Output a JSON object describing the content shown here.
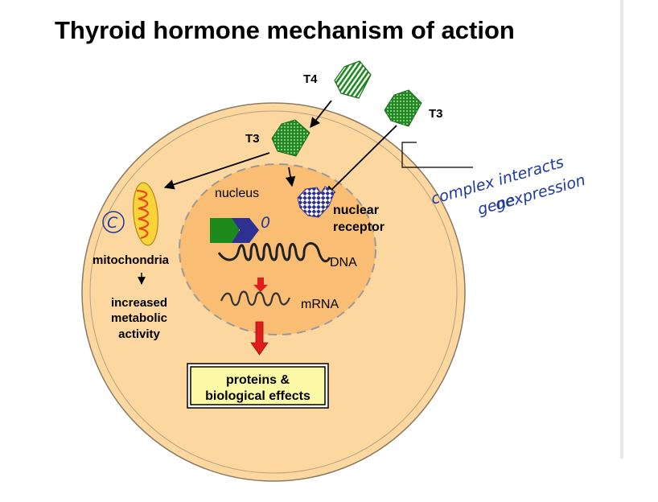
{
  "title": "Thyroid hormone mechanism of action",
  "labels": {
    "t4": "T4",
    "t3_outside": "T3",
    "t3_cytoplasm": "T3",
    "nucleus": "nucleus",
    "nuclear_receptor_line1": "nuclear",
    "nuclear_receptor_line2": "receptor",
    "dna": "DNA",
    "mrna": "mRNA",
    "mitochondria": "mitochondria",
    "effect_line1": "increased",
    "effect_line2": "metabolic",
    "effect_line3": "activity",
    "proteins_line1": "proteins &",
    "proteins_line2": "biological effects"
  },
  "annotations": {
    "note_line1": "complex interacts",
    "note_line2_struck": "gene",
    "note_line2": "gexpression",
    "circle_mark": "C",
    "nucleus_mark": "0"
  },
  "colors": {
    "cell_fill": "#fcd7a0",
    "nucleus_fill": "#f9be73",
    "hormone_green": "#1f8a1f",
    "receptor_blue": "#2e3192",
    "mito_fill": "#f8d43a",
    "mito_crista": "#e8481c",
    "arrow_red": "#e01d1d",
    "proteins_box": "#fbf8a6",
    "ink_blue": "#1e3a9c"
  },
  "icons": {
    "t4": "striped-pentagon-icon",
    "t3": "dotted-pentagon-icon",
    "receptor": "checkered-receptor-icon",
    "mitochondrion": "mitochondrion-icon",
    "dna": "dna-coil-icon",
    "mrna": "mrna-strand-icon"
  }
}
